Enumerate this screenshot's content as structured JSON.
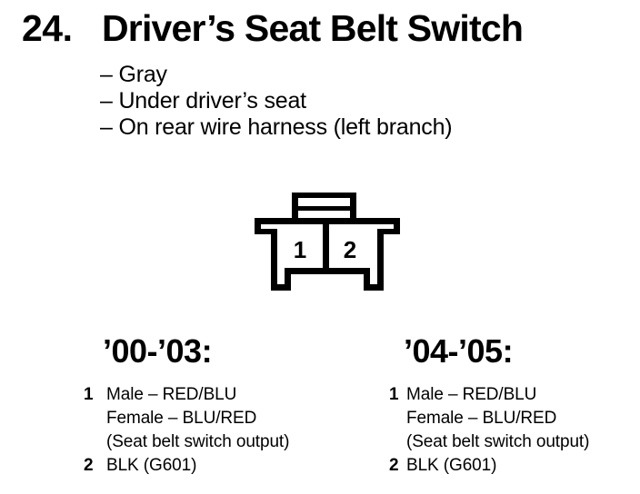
{
  "colors": {
    "ink": "#000000",
    "paper": "#ffffff"
  },
  "page": {
    "item_number": "24.",
    "title": "Driver’s Seat Belt Switch",
    "bullets": [
      "– Gray",
      "– Under driver’s seat",
      "– On rear wire harness (left branch)"
    ]
  },
  "connector": {
    "cavities": [
      "1",
      "2"
    ]
  },
  "pinouts": [
    {
      "heading": "’00-’03:",
      "pins": [
        {
          "number": "1",
          "lines": [
            "Male – RED/BLU",
            "Female – BLU/RED",
            "(Seat belt switch output)"
          ]
        },
        {
          "number": "2",
          "lines": [
            "BLK (G601)"
          ]
        }
      ]
    },
    {
      "heading": "’04-’05:",
      "pins": [
        {
          "number": "1",
          "lines": [
            "Male – RED/BLU",
            "Female – BLU/RED",
            "(Seat belt switch output)"
          ]
        },
        {
          "number": "2",
          "lines": [
            "BLK (G601)"
          ]
        }
      ]
    }
  ]
}
